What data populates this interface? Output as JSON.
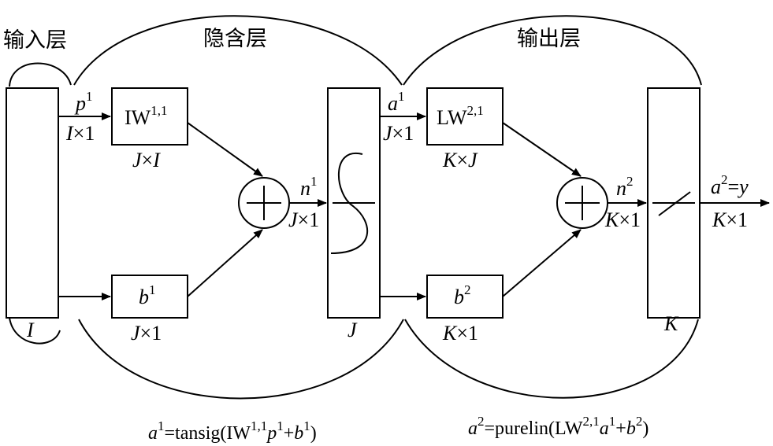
{
  "layers": {
    "input_label": "输入层",
    "hidden_label": "隐含层",
    "output_label": "输出层"
  },
  "input_block": {
    "dim": "I"
  },
  "hidden_block": {
    "dim": "J"
  },
  "output_block": {
    "dim": "K"
  },
  "signals": {
    "p1": {
      "name": "p",
      "sup": "1",
      "dim_a": "I",
      "dim_b": "×1"
    },
    "n1": {
      "name": "n",
      "sup": "1",
      "dim_a": "J",
      "dim_b": "×1"
    },
    "a1": {
      "name": "a",
      "sup": "1",
      "dim_a": "J",
      "dim_b": "×1"
    },
    "n2": {
      "name": "n",
      "sup": "2",
      "dim_a": "K",
      "dim_b": "×1"
    },
    "a2": {
      "name": "a",
      "sup": "2",
      "eq": "=",
      "y": "y",
      "dim_a": "K",
      "dim_b": "×1"
    }
  },
  "weights": {
    "iw": {
      "name": "IW",
      "sup": "1,1",
      "dim_a": "J",
      "dim_b": "×",
      "dim_c": "I"
    },
    "b1": {
      "name": "b",
      "sup": "1",
      "dim_a": "J",
      "dim_b": "×1"
    },
    "lw": {
      "name": "LW",
      "sup": "2,1",
      "dim_a": "K",
      "dim_b": "×",
      "dim_c": "J"
    },
    "b2": {
      "name": "b",
      "sup": "2",
      "dim_a": "K",
      "dim_b": "×1"
    }
  },
  "formulas": {
    "f1": {
      "lhs": "a",
      "lhs_sup": "1",
      "eq": "=tansig(IW",
      "w_sup": "1,1",
      "p": "p",
      "p_sup": "1",
      "plus": "+",
      "b": "b",
      "b_sup": "1",
      "close": ")"
    },
    "f2": {
      "lhs": "a",
      "lhs_sup": "2",
      "eq": "=purelin(LW",
      "w_sup": "2,1",
      "a": "a",
      "a_sup": "1",
      "plus": "+",
      "b": "b",
      "b_sup": "2",
      "close": ")"
    }
  }
}
